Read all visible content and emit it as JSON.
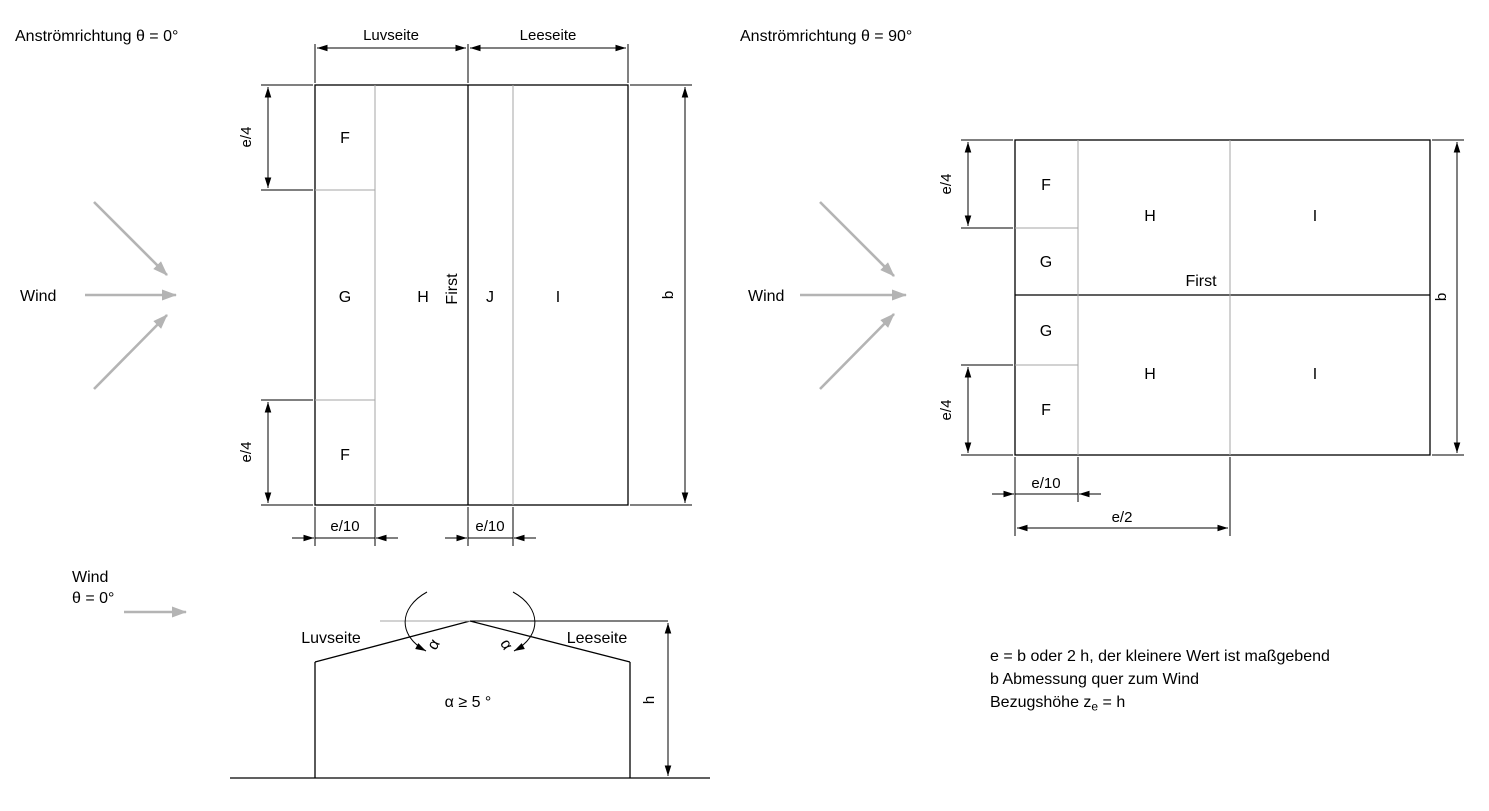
{
  "colors": {
    "object_line": "#000000",
    "zone_line": "#a6a6a6",
    "wind_arrow": "#b4b4b4"
  },
  "plan_theta0": {
    "title": "Anströmrichtung θ = 0°",
    "wind_label": "Wind",
    "top_dim": {
      "luvseite": "Luvseite",
      "leeseite": "Leeseite"
    },
    "zones": {
      "f_top": "F",
      "g": "G",
      "h": "H",
      "first": "First",
      "j": "J",
      "i": "I",
      "f_bottom": "F"
    },
    "dims": {
      "e4_top": "e/4",
      "e4_bottom": "e/4",
      "b": "b",
      "e10_left": "e/10",
      "e10_ridge": "e/10"
    }
  },
  "plan_theta90": {
    "title": "Anströmrichtung θ = 90°",
    "wind_label": "Wind",
    "zones": {
      "f_top": "F",
      "g_top": "G",
      "h_top": "H",
      "i_top": "I",
      "first": "First",
      "g_bottom": "G",
      "f_bottom": "F",
      "h_bottom": "H",
      "i_bottom": "I"
    },
    "dims": {
      "e4_top": "e/4",
      "e4_bottom": "e/4",
      "b": "b",
      "e10": "e/10",
      "e2": "e/2"
    }
  },
  "elevation": {
    "wind_line1": "Wind",
    "wind_line2": "θ = 0°",
    "luvseite": "Luvseite",
    "leeseite": "Leeseite",
    "alpha_left": "α",
    "alpha_right": "α",
    "alpha_note": "α ≥ 5 °",
    "h": "h"
  },
  "notes": {
    "line1": "e = b oder 2 h, der kleinere Wert ist maßgebend",
    "line2": "b Abmessung quer zum Wind",
    "line3_prefix": "Bezugshöhe z",
    "line3_sub": "e",
    "line3_suffix": " = h"
  }
}
